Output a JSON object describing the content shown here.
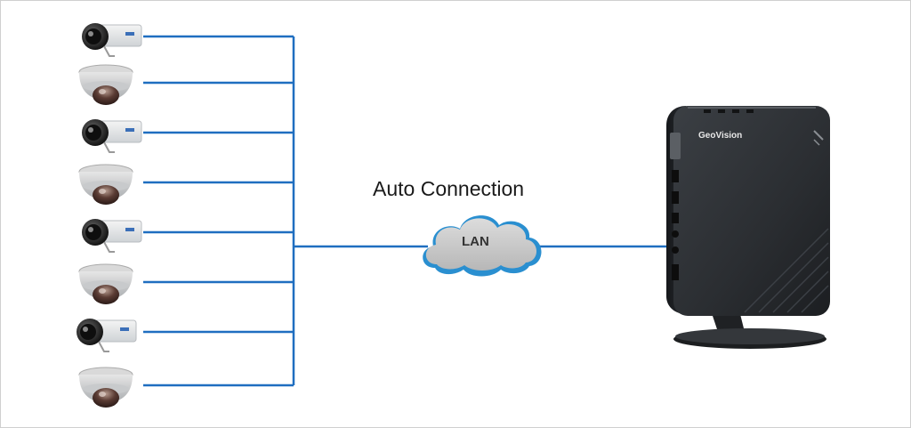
{
  "diagram": {
    "caption": "Auto Connection",
    "cloud_label": "LAN",
    "device_brand": "GeoVision"
  },
  "cameras": [
    {
      "type": "box",
      "icon": "box-camera-icon"
    },
    {
      "type": "dome",
      "icon": "dome-camera-icon"
    },
    {
      "type": "box",
      "icon": "box-camera-icon"
    },
    {
      "type": "dome",
      "icon": "dome-camera-icon"
    },
    {
      "type": "box",
      "icon": "box-camera-icon"
    },
    {
      "type": "dome",
      "icon": "dome-camera-icon"
    },
    {
      "type": "box",
      "icon": "box-camera-icon"
    },
    {
      "type": "dome",
      "icon": "dome-camera-icon"
    }
  ],
  "colors": {
    "line": "#1f6ec0",
    "cloud": "#c9c9c9",
    "cloud_edge": "#2a8fd0",
    "device": "#2a2d31"
  }
}
